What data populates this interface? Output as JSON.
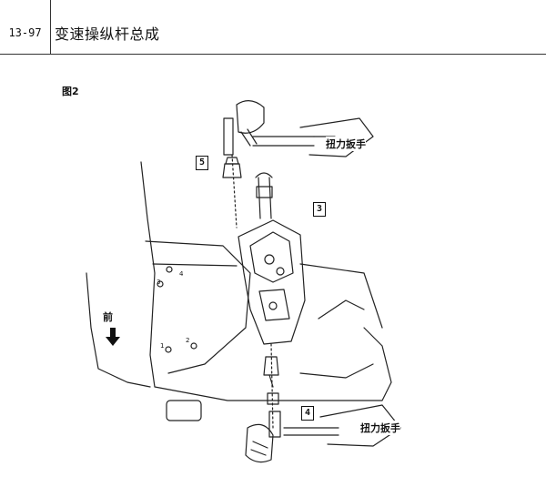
{
  "header": {
    "page_number": "13-97",
    "title": "变速操纵杆总成"
  },
  "figure": {
    "label": "图2",
    "front_label": "前",
    "callouts": {
      "top_wrench": "扭力扳手",
      "bottom_wrench": "扭力扳手"
    },
    "part_numbers": {
      "top_nut": "5",
      "shift_lever": "3",
      "bottom_nut": "4"
    },
    "floor_markers": [
      "3",
      "4",
      "1",
      "2"
    ]
  }
}
